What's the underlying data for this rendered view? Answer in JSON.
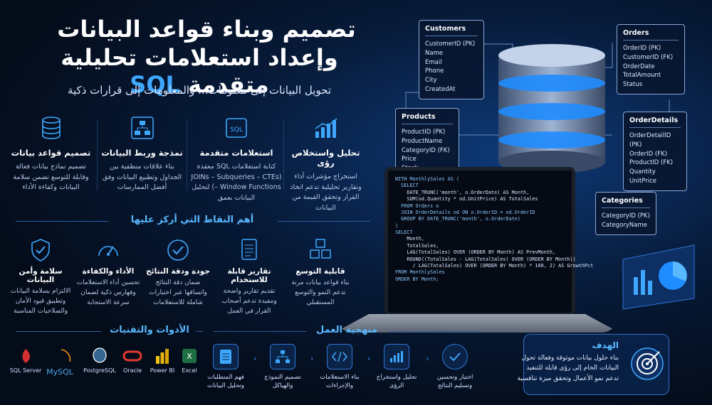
{
  "title": {
    "line1": "تصميم وبناء قواعد البيانات",
    "line2": "وإعداد استعلامات تحليلية متقدمة",
    "sql": "SQL"
  },
  "subtitle": "تحويل البيانات إلى معلومات... والمعلومات إلى قرارات ذكية",
  "features": [
    {
      "title": "تحليل واستخلاص رؤى",
      "text": "استخراج مؤشرات أداء وتقارير تحليلية تدعم اتخاذ القرار وتحقق القيمة من البيانات",
      "icon": "bar-chart-icon"
    },
    {
      "title": "استعلامات متقدمة",
      "text": "كتابة استعلامات SQL معقدة (JOINs – Subqueries – CTEs – Window Functions) لتحليل البيانات بعمق",
      "icon": "sql-file-icon"
    },
    {
      "title": "نمذجة وربط البيانات",
      "text": "بناء علاقات منطقية بين الجداول وتطبيع البيانات وفق أفضل الممارسات",
      "icon": "hierarchy-icon"
    },
    {
      "title": "تصميم قواعد بيانات",
      "text": "تصميم نماذج بيانات فعالة وقابلة للتوسع تضمن سلامة البيانات وكفاءة الأداء",
      "icon": "database-icon"
    }
  ],
  "focus_title": "أهم النقاط التي أركز عليها",
  "focus": [
    {
      "title": "قابلية التوسع",
      "text": "بناء قواعد بيانات مرنة تدعم النمو والتوسع المستقبلي",
      "icon": "cubes-icon"
    },
    {
      "title": "تقارير قابلة للاستخدام",
      "text": "تقديم تقارير واضحة ومفيدة تدعم أصحاب القرار في العمل",
      "icon": "document-icon"
    },
    {
      "title": "جودة ودقة النتائج",
      "text": "ضمان دقة النتائج واتساقها عبر اختبارات شاملة للاستعلامات",
      "icon": "check-circle-icon"
    },
    {
      "title": "الأداء والكفاءة",
      "text": "تحسين أداء الاستعلامات وفهارس ذكية لضمان سرعة الاستجابة",
      "icon": "speedometer-icon"
    },
    {
      "title": "سلامة وأمن البيانات",
      "text": "الالتزام بسلامة البيانات وتطبيق قيود الأمان والصلاحيات المناسبة",
      "icon": "shield-check-icon"
    }
  ],
  "tools_title": "الأدوات والتقنيات",
  "tools": [
    "SQL Server",
    "MySQL",
    "PostgreSQL",
    "Oracle",
    "Power BI",
    "Excel"
  ],
  "method_title": "منهجية العمل",
  "steps": [
    {
      "label": "فهم المتطلبات وتحليل البيانات",
      "icon": "list-document-icon"
    },
    {
      "label": "تصميم النموذج والهياكل",
      "icon": "hierarchy-icon"
    },
    {
      "label": "بناء الاستعلامات والإجراءات",
      "icon": "code-icon"
    },
    {
      "label": "تحليل واستخراج الرؤى",
      "icon": "bar-chart-icon"
    },
    {
      "label": "اختبار وتحسين وتسليم النتائج",
      "icon": "check-circle-icon"
    }
  ],
  "goal": {
    "title": "الهدف",
    "text": "بناء حلول بيانات موثوقة وفعالة تحول البيانات الخام إلى رؤى قابلة للتنفيذ تدعم نمو الأعمال وتحقق ميزة تنافسية"
  },
  "tables": {
    "customers": {
      "name": "Customers",
      "fields": [
        "CustomerID (PK)",
        "Name",
        "Email",
        "Phone",
        "City",
        "CreatedAt"
      ]
    },
    "orders": {
      "name": "Orders",
      "fields": [
        "OrderID (PK)",
        "CustomerID (FK)",
        "OrderDate",
        "TotalAmount",
        "Status"
      ]
    },
    "products": {
      "name": "Products",
      "fields": [
        "ProductID (PK)",
        "ProductName",
        "CategoryID (FK)",
        "Price",
        "Stock"
      ]
    },
    "orderdetails": {
      "name": "OrderDetails",
      "fields": [
        "OrderDetailID (PK)",
        "OrderID (FK)",
        "ProductID (FK)",
        "Quantity",
        "UnitPrice"
      ]
    },
    "categories": {
      "name": "Categories",
      "fields": [
        "CategoryID (PK)",
        "CategoryName"
      ]
    }
  },
  "code": [
    "WITH MonthlySales AS (",
    "  SELECT",
    "    DATE_TRUNC('month', o.OrderDate) AS Month,",
    "    SUM(od.Quantity * od.UnitPrice) AS TotalSales",
    "  FROM Orders o",
    "  JOIN OrderDetails od ON o.OrderID = od.OrderID",
    "  GROUP BY DATE_TRUNC('month', o.OrderDate)",
    ")",
    "SELECT",
    "    Month,",
    "    TotalSales,",
    "    LAG(TotalSales) OVER (ORDER BY Month) AS PrevMonth,",
    "    ROUND((TotalSales - LAG(TotalSales) OVER (ORDER BY Month))",
    "      / LAG(TotalSales) OVER (ORDER BY Month) * 100, 2) AS GrowthPct",
    "FROM MonthlySales",
    "ORDER BY Month;"
  ]
}
